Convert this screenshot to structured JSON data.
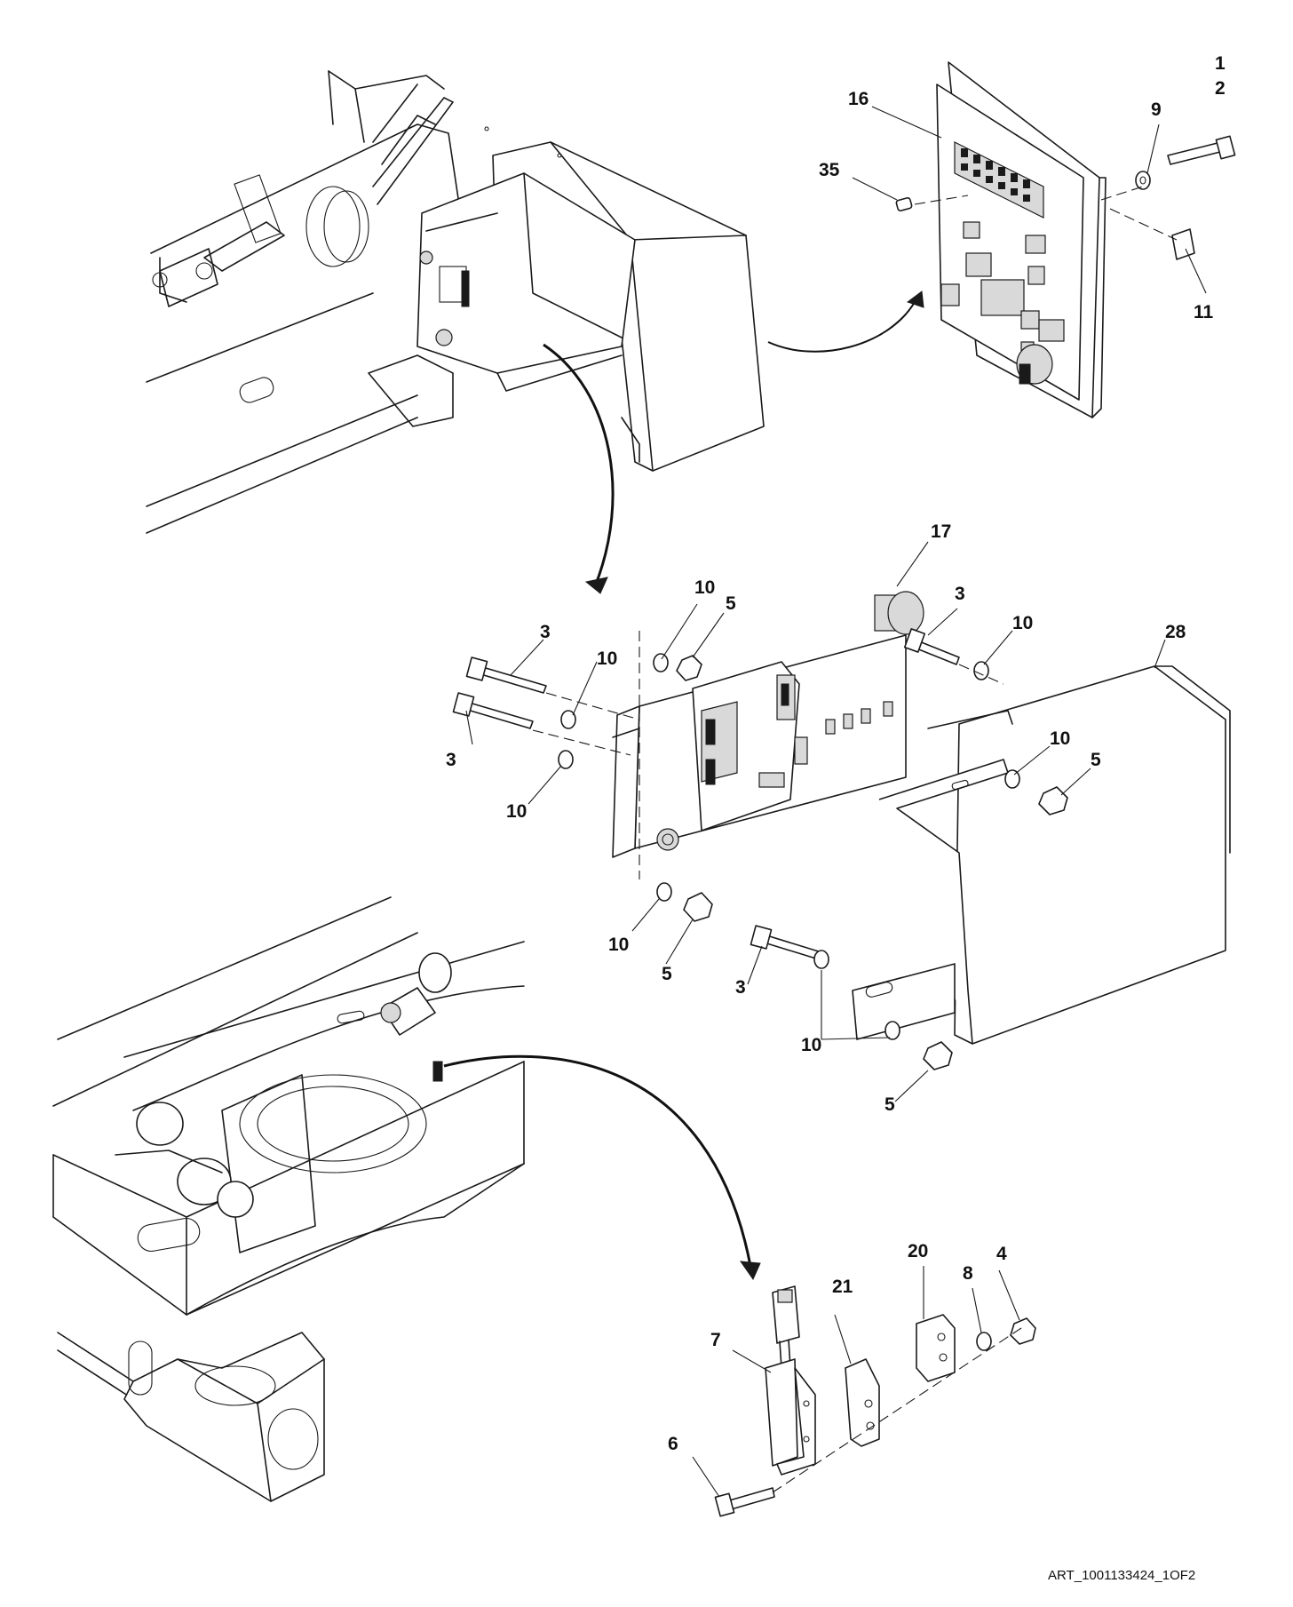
{
  "art_id": "ART_1001133424_1OF2",
  "callouts": {
    "c1": "1",
    "c2": "2",
    "c9": "9",
    "c16": "16",
    "c35": "35",
    "c11": "11",
    "c17": "17",
    "c10a": "10",
    "c5a": "5",
    "c3a": "3",
    "c10b": "10",
    "c28": "28",
    "c3b": "3",
    "c10c": "10",
    "c3c": "3",
    "c10d": "10",
    "c10e": "10",
    "c5b": "5",
    "c10f": "10",
    "c5c": "5",
    "c3d": "3",
    "c10g": "10",
    "c5d": "5",
    "c20": "20",
    "c4": "4",
    "c21": "21",
    "c8": "8",
    "c7": "7",
    "c6": "6"
  }
}
